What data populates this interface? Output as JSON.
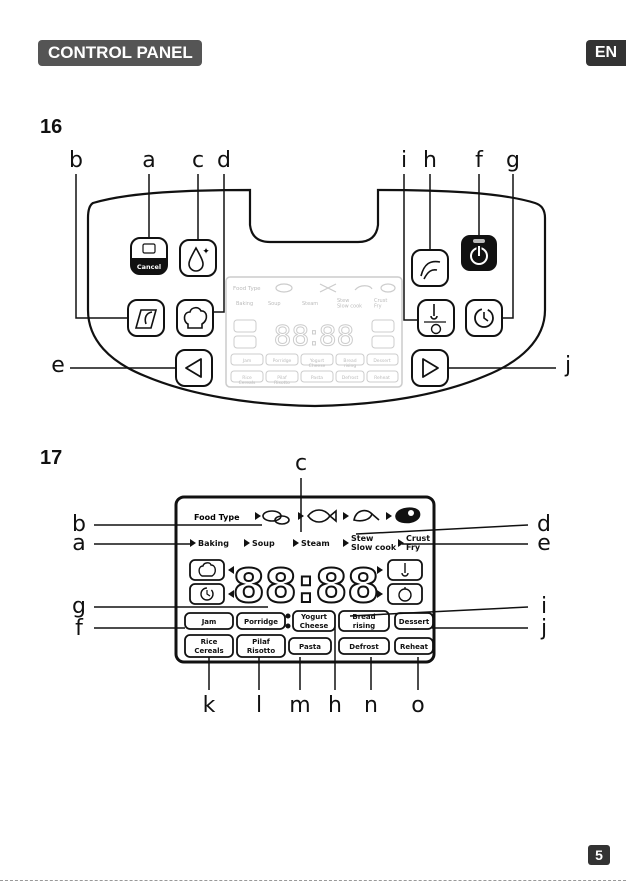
{
  "header": {
    "section_title": "CONTROL PANEL",
    "language": "EN"
  },
  "figure16": {
    "number": "16",
    "callouts": {
      "a": "a",
      "b": "b",
      "c": "c",
      "d": "d",
      "e": "e",
      "f": "f",
      "g": "g",
      "h": "h",
      "i": "i",
      "j": "j"
    },
    "cancel_label": "Cancel",
    "mini_display": {
      "food_type": "Food Type",
      "programs": [
        "Baking",
        "Soup",
        "Steam",
        "Stew\nSlow cook",
        "Crust\nFry"
      ],
      "digits": "88:88",
      "buttons": [
        "Jam",
        "Porridge",
        "Yogurt\nCheese",
        "Bread\nrising",
        "Dessert",
        "Rice\nCereals",
        "Pilaf\nRisotto",
        "Pasta",
        "Defrost",
        "Reheat"
      ]
    }
  },
  "figure17": {
    "number": "17",
    "food_type": "Food Type",
    "programs": {
      "baking": "Baking",
      "soup": "Soup",
      "steam": "Steam",
      "stew": "Stew",
      "slow_cook": "Slow cook",
      "crust": "Crust",
      "fry": "Fry"
    },
    "digits": "88:88",
    "buttons": {
      "jam": "Jam",
      "porridge": "Porridge",
      "yogurt": "Yogurt",
      "cheese": "Cheese",
      "bread": "Bread",
      "rising": "rising",
      "dessert": "Dessert",
      "rice": "Rice",
      "cereals": "Cereals",
      "pilaf": "Pilaf",
      "risotto": "Risotto",
      "pasta": "Pasta",
      "defrost": "Defrost",
      "reheat": "Reheat"
    },
    "callouts": {
      "a": "a",
      "b": "b",
      "c": "c",
      "d": "d",
      "e": "e",
      "f": "f",
      "g": "g",
      "h": "h",
      "i": "i",
      "j": "j",
      "k": "k",
      "l": "l",
      "m": "m",
      "n": "n",
      "o": "o"
    }
  },
  "page_number": "5"
}
